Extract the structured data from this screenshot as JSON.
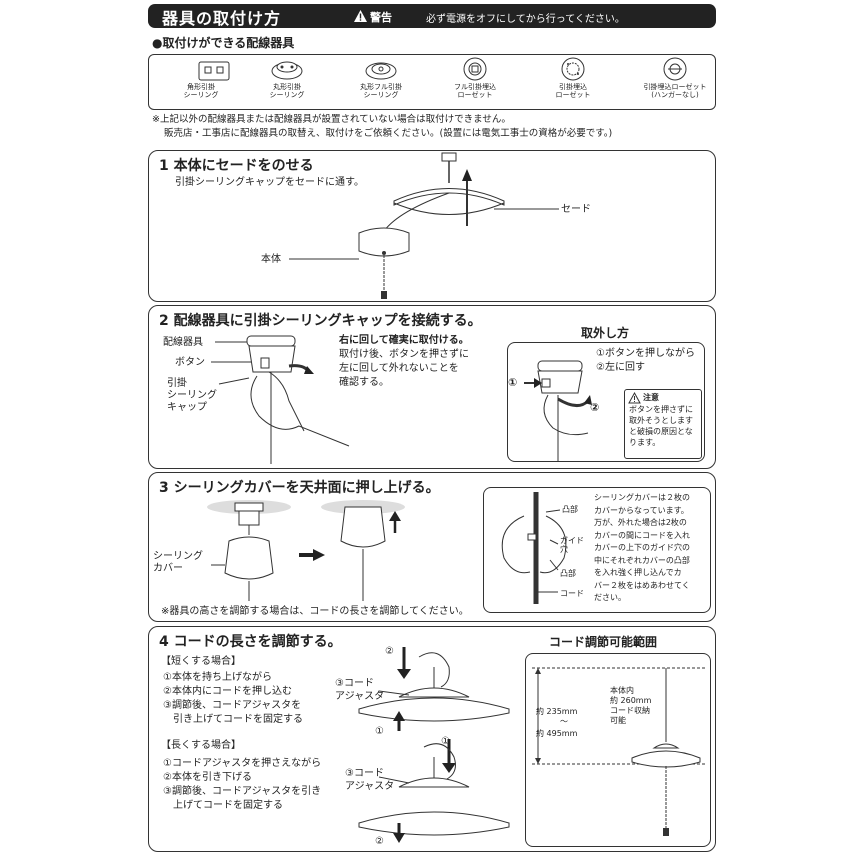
{
  "header": {
    "title": "器具の取付け方",
    "warning_label": "警告",
    "warning_text": "必ず電源をオフにしてから行ってください。"
  },
  "devices": {
    "title": "●取付けができる配線器具",
    "items": [
      {
        "label": "角形引掛\nシーリング",
        "icon": "square-ceiling-icon"
      },
      {
        "label": "丸形引掛\nシーリング",
        "icon": "round-ceiling-icon"
      },
      {
        "label": "丸形フル引掛\nシーリング",
        "icon": "round-full-ceiling-icon"
      },
      {
        "label": "フル引掛埋込\nローゼット",
        "icon": "full-rosette-icon"
      },
      {
        "label": "引掛埋込\nローゼット",
        "icon": "flush-rosette-icon"
      },
      {
        "label": "引掛埋込ローゼット\n(ハンガーなし)",
        "icon": "rosette-no-hanger-icon"
      }
    ],
    "note_line1": "※上記以外の配線器具または配線器具が設置されていない場合は取付けできません。",
    "note_line2": "販売店・工事店に配線器具の取替え、取付けをご依頼ください。(設置には電気工事士の資格が必要です。)"
  },
  "step1": {
    "title": "1 本体にセードをのせる",
    "desc": "引掛シーリングキャップをセードに通す。",
    "label_shade": "セード",
    "label_body": "本体"
  },
  "step2": {
    "title": "2 配線器具に引掛シーリングキャップを接続する。",
    "label_fixture": "配線器具",
    "label_button": "ボタン",
    "label_cap": "引掛\nシーリング\nキャップ",
    "desc_bold": "右に回して確実に取付ける。",
    "desc": "取付け後、ボタンを押さずに\n左に回して外れないことを\n確認する。",
    "removal_title": "取外し方",
    "removal_1": "①ボタンを押しながら",
    "removal_2": "②左に回す",
    "num1": "①",
    "num2": "②",
    "caution_title": "注意",
    "caution_text": "ボタンを押さずに\n取外そうとします\nと破損の原因とな\nります。"
  },
  "step3": {
    "title": "3 シーリングカバーを天井面に押し上げる。",
    "label_cover": "シーリング\nカバー",
    "note": "※器具の高さを調節する場合は、コードの長さを調節してください。",
    "detail_convex_top": "凸部",
    "detail_guide_hole": "ガイド\n穴",
    "detail_convex_bottom": "凸部",
    "detail_cord": "コード",
    "detail_text": "シーリングカバーは２枚の\nカバーからなっています。\n万が、外れた場合は2枚の\nカバーの間にコードを入れ\nカバーの上下のガイド穴の\n中にそれぞれカバーの凸部\nを入れ強く押し込んでカ\nバー２枚をはめあわせてく\nださい。"
  },
  "step4": {
    "title": "4 コードの長さを調節する。",
    "shorten_title": "【短くする場合】",
    "shorten_steps": [
      "①本体を持ち上げながら",
      "②本体内にコードを押し込む",
      "③調節後、コードアジャスタを",
      "引き上げてコードを固定する"
    ],
    "lengthen_title": "【長くする場合】",
    "lengthen_steps": [
      "①コードアジャスタを押さえながら",
      "②本体を引き下げる",
      "③調節後、コードアジャスタを引き",
      "上げてコードを固定する"
    ],
    "adjuster_label": "③コード\nアジャスタ",
    "num1": "①",
    "num2": "②",
    "range_title": "コード調節可能範囲",
    "range_min": "約 235mm",
    "range_tilde": "〜",
    "range_max": "約 495mm",
    "storage_text": "本体内\n約 260mm\nコード収納\n可能"
  }
}
